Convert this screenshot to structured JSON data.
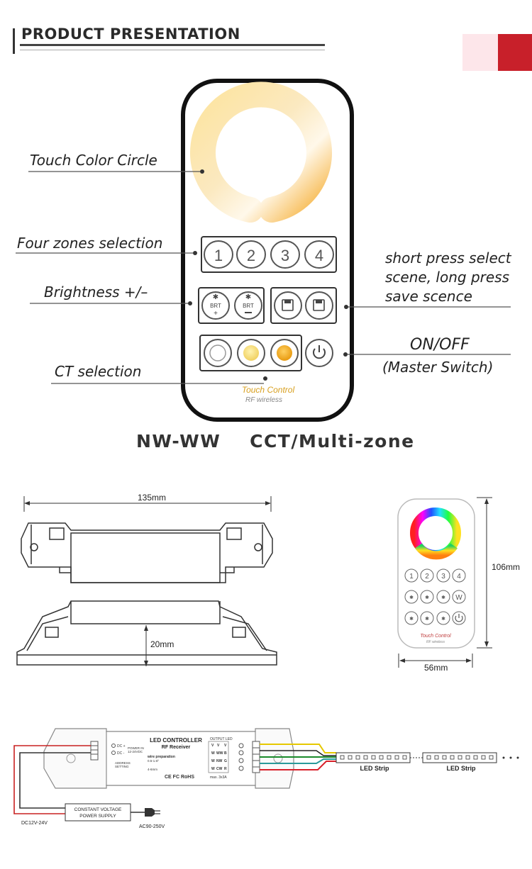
{
  "header": {
    "title": "PRODUCT PRESENTATION",
    "accent_colors": [
      "#fde6ea",
      "#c8202a"
    ]
  },
  "remote": {
    "zones": [
      "1",
      "2",
      "3",
      "4"
    ],
    "brt_label": "BRT",
    "brand_text": "Touch Control",
    "brand_sub": "RF wireless"
  },
  "callouts": {
    "touch_color_circle": "Touch  Color Circle",
    "four_zones": "Four zones selection",
    "brightness": "Brightness +/–",
    "ct_selection": "CT selection",
    "short_press_1": "short press select",
    "short_press_2": "scene, long press",
    "short_press_3": "save scence",
    "onoff_1": "ON/OFF",
    "onoff_2": "(Master Switch)"
  },
  "subtitle": "NW-WW    CCT/Multi-zone",
  "dimensions": {
    "length": "135mm",
    "height": "20mm",
    "remote_height": "106mm",
    "remote_width": "56mm"
  },
  "small_remote": {
    "zones": [
      "1",
      "2",
      "3",
      "4"
    ],
    "w_label": "W",
    "brand_text": "Touch Control",
    "brand_sub": "RF wireless"
  },
  "wiring": {
    "controller_title": "LED CONTROLLER",
    "controller_sub": "RF Receiver",
    "dc_plus": "DC +",
    "dc_minus": "DC -",
    "power_in": "POWER IN",
    "power_in_v": "12-24VDC",
    "address": "ADDRESS",
    "setting": "SETTING",
    "wire_prep": "wire preparation",
    "wire_prep_1": "0.5-1.5²",
    "wire_prep_2": "4-6mm",
    "certs": "CE FC RoHS",
    "output_led": "OUTPUT LED",
    "out_rows": [
      [
        "V",
        "V",
        "V"
      ],
      [
        "W",
        "WW",
        "B"
      ],
      [
        "W",
        "NW",
        "G"
      ],
      [
        "W",
        "CW",
        "R"
      ]
    ],
    "max_current": "max. 3x3A",
    "led_strip_1": "LED Strip",
    "led_strip_2": "LED Strip",
    "psu_1": "CONSTANT VOLTAGE",
    "psu_2": "POWER SUPPLY",
    "dc_in": "DC12V-24V",
    "ac_in": "AC90-250V",
    "wire_colors": [
      "#e6c800",
      "#1a8a2a",
      "#2a9a9a",
      "#d8202a",
      "#8a1010",
      "#333333"
    ]
  }
}
